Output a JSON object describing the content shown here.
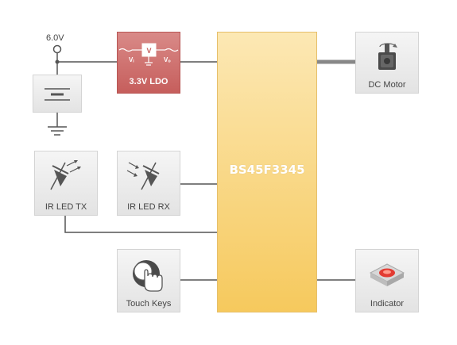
{
  "supply": {
    "voltage": "6.0V"
  },
  "ldo": {
    "label": "3.3V LDO",
    "vin": "Vᵢ",
    "vout": "Vₒ",
    "symbol": "V"
  },
  "mcu": {
    "label": "BS45F3345"
  },
  "blocks": {
    "dc_motor": "DC Motor",
    "ir_led_tx": "IR LED TX",
    "ir_led_rx": "IR LED RX",
    "touch_keys": "Touch Keys",
    "indicator": "Indicator"
  },
  "colors": {
    "ldo": "#c65e5c",
    "mcu": "#f6c95d",
    "wire": "#555555",
    "box": "#e8e8e8"
  }
}
